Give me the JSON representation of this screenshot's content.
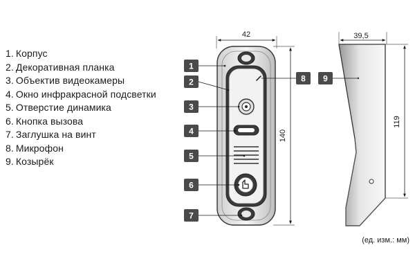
{
  "legend": [
    {
      "num": "1.",
      "text": "Корпус"
    },
    {
      "num": "2.",
      "text": "Декоративная планка"
    },
    {
      "num": "3.",
      "text": "Объектив видеокамеры"
    },
    {
      "num": "4.",
      "text": "Окно инфракрасной подсветки"
    },
    {
      "num": "5.",
      "text": "Отверстие динамика"
    },
    {
      "num": "6.",
      "text": "Кнопка  вызова"
    },
    {
      "num": "7.",
      "text": "Заглушка на винт"
    },
    {
      "num": "8.",
      "text": "Микрофон"
    },
    {
      "num": "9.",
      "text": "Козырёк"
    }
  ],
  "callouts": [
    "1",
    "2",
    "3",
    "4",
    "5",
    "6",
    "7",
    "8",
    "9"
  ],
  "dimensions": {
    "front_width": "42",
    "front_height": "140",
    "side_width": "39,5",
    "side_height": "119"
  },
  "units_note": "(ед. изм.: мм)",
  "colors": {
    "callout_fill": "#4a4a4a",
    "outline": "#333333",
    "panel_dark": "#3a3a3a",
    "panel_light": "#f2f2f2"
  }
}
